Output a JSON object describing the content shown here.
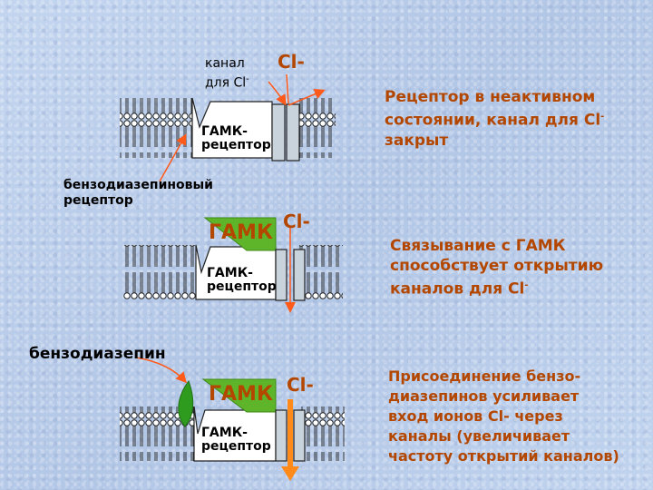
{
  "panel1": {
    "channel_label_line1": "канал",
    "channel_label_line2": "для Cl",
    "channel_label_sup": "-",
    "ion": "Cl-",
    "receptor_line1": "ГАМК-",
    "receptor_line2": "рецептор",
    "bzd_receptor_line1": "бензодиазепиновый",
    "bzd_receptor_line2": "рецептор",
    "desc_line1": "Рецептор в неактивном",
    "desc_line2": "состоянии, канал для Cl",
    "desc_line2_sup": "-",
    "desc_line3": "закрыт"
  },
  "panel2": {
    "gaba": "ГАМК",
    "ion": "Cl-",
    "receptor_line1": "ГАМК-",
    "receptor_line2": "рецептор",
    "desc_line1": "Связывание с ГАМК",
    "desc_line2": "способствует открытию",
    "desc_line3": "каналов для Cl",
    "desc_line3_sup": "-"
  },
  "panel3": {
    "bzd_label": "бензодиазепин",
    "gaba": "ГАМК",
    "ion": "Cl-",
    "receptor_line1": "ГАМК-",
    "receptor_line2": "рецептор",
    "desc_line1": "Присоединение бензо-",
    "desc_line2": "диазепинов усиливает",
    "desc_line3": "вход ионов Cl- через",
    "desc_line4": "каналы (увеличивает",
    "desc_line5": "частоту открытий каналов)"
  },
  "colors": {
    "arrow": "#ff5a1a",
    "gaba_green": "#5fb52a",
    "bzd_green": "#2e9a1e",
    "channel": "#c8d3dc",
    "text_orange": "#b34700"
  }
}
